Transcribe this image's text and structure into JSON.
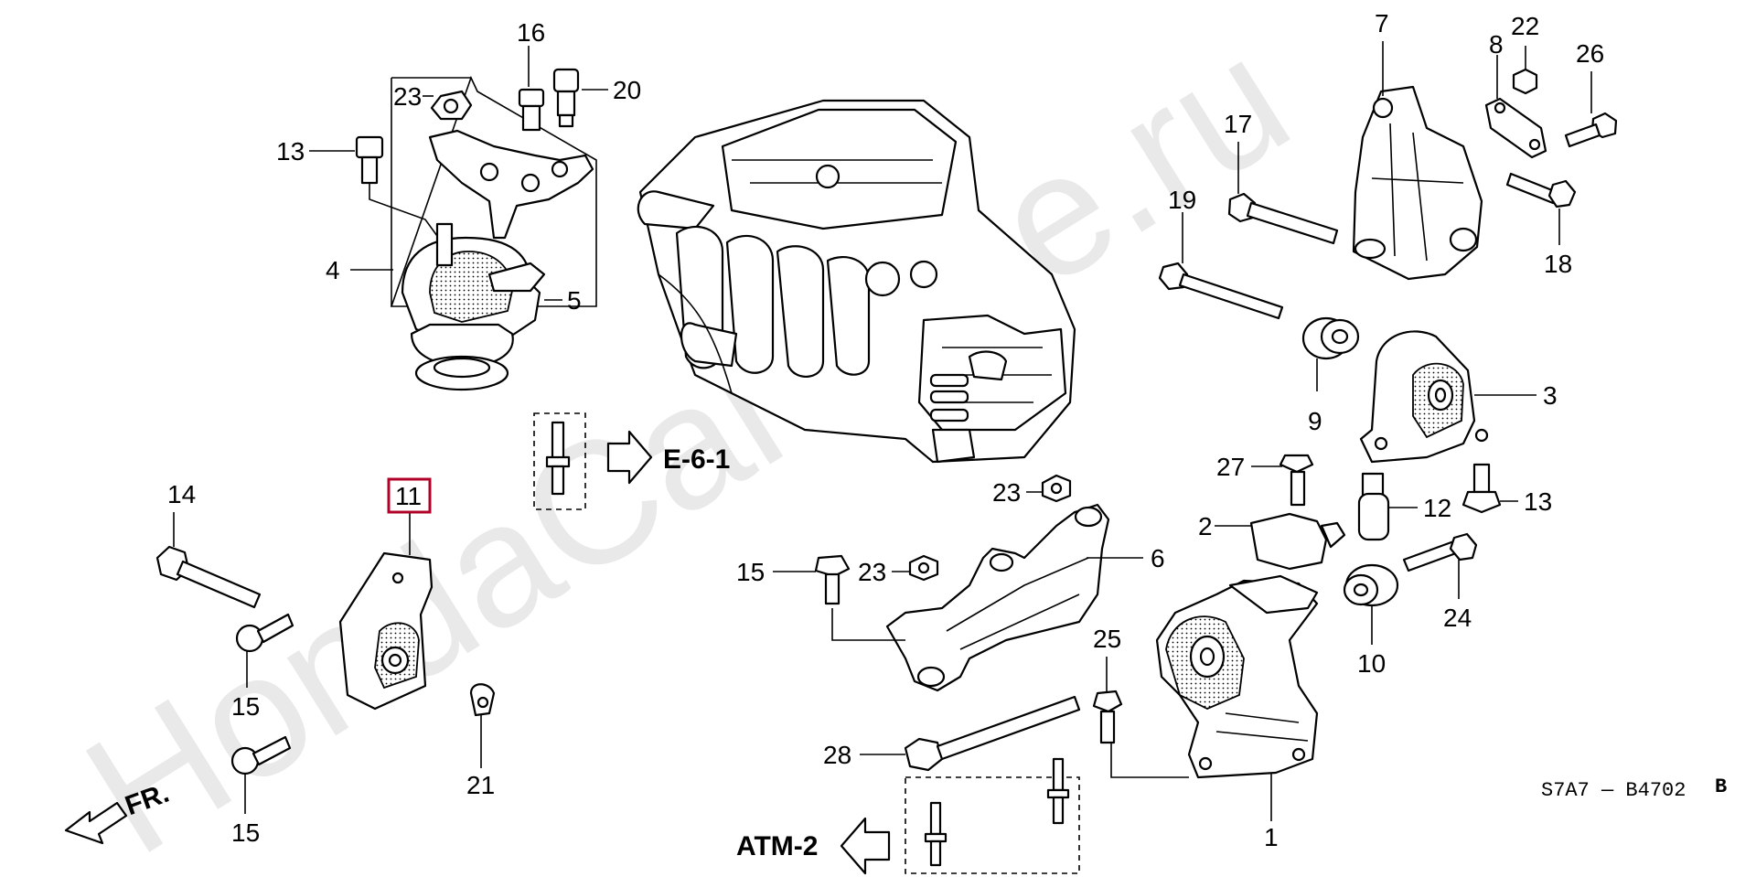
{
  "watermark": "HondaCarMine.ru",
  "callouts": {
    "c16": "16",
    "c20": "20",
    "c23a": "23",
    "c13a": "13",
    "c4": "4",
    "c5": "5",
    "c14": "14",
    "c11": "11",
    "c15a": "15",
    "c15b": "15",
    "c21": "21",
    "c17": "17",
    "c7": "7",
    "c8": "8",
    "c22": "22",
    "c26": "26",
    "c18": "18",
    "c19": "19",
    "c9": "9",
    "c3": "3",
    "c27": "27",
    "c12": "12",
    "c13b": "13",
    "c23b": "23",
    "c2": "2",
    "c6": "6",
    "c15c": "15",
    "c23c": "23",
    "c24": "24",
    "c10": "10",
    "c25": "25",
    "c28": "28",
    "c1": "1"
  },
  "references": {
    "e61": "E-6-1",
    "atm2": "ATM-2"
  },
  "front_indicator": "FR.",
  "diagram_code": "S7A7 — B4702",
  "diagram_code_suffix": "B"
}
